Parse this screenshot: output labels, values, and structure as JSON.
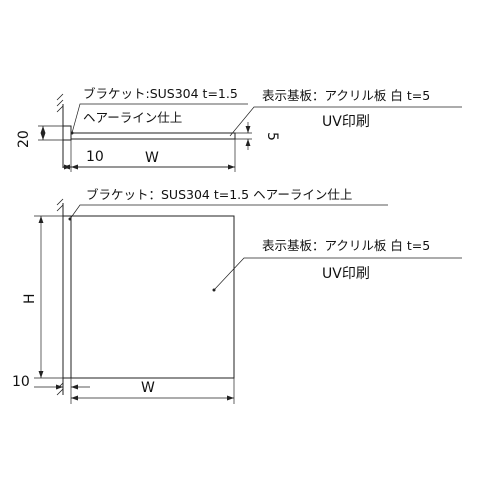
{
  "top_view": {
    "bracket_note": "ブラケット:SUS304 t=1.5",
    "bracket_finish": "ヘアーライン仕上",
    "panel_note": "表示基板：アクリル板 白 t=5",
    "print_note": "UV印刷",
    "dim_height": "20",
    "dim_bracket": "10",
    "dim_width": "W",
    "dim_thickness": "5"
  },
  "front_view": {
    "bracket_note": "ブラケット：SUS304 t=1.5 ヘアーライン仕上",
    "panel_note": "表示基板：アクリル板 白 t=5",
    "print_note": "UV印刷",
    "dim_height": "H",
    "dim_bracket": "10",
    "dim_width": "W"
  }
}
